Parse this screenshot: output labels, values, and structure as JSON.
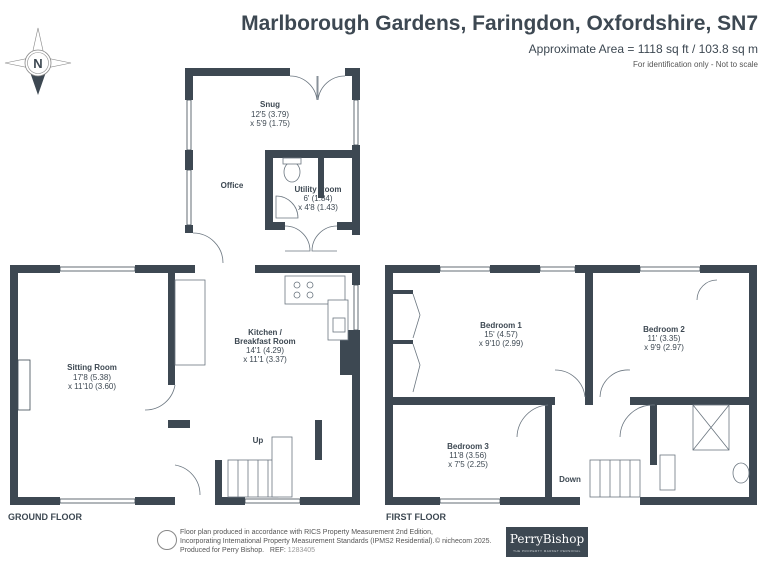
{
  "header": {
    "title": "Marlborough Gardens, Faringdon, Oxfordshire, SN7",
    "area": "Approximate Area = 1118 sq ft / 103.8 sq m",
    "note": "For identification only - Not to scale"
  },
  "compass": {
    "letter": "N"
  },
  "ground_floor": {
    "label": "GROUND FLOOR",
    "rooms": [
      {
        "name": "Snug",
        "dim1": "12'5 (3.79)",
        "dim2": "x 5'9 (1.75)"
      },
      {
        "name": "Office"
      },
      {
        "name": "Utility Room",
        "dim1": "6' (1.84)",
        "dim2": "x 4'8 (1.43)"
      },
      {
        "name": "Kitchen /",
        "name2": "Breakfast Room",
        "dim1": "14'1 (4.29)",
        "dim2": "x 11'1 (3.37)"
      },
      {
        "name": "Sitting Room",
        "dim1": "17'8 (5.38)",
        "dim2": "x 11'10 (3.60)"
      }
    ],
    "stairs": "Up"
  },
  "first_floor": {
    "label": "FIRST FLOOR",
    "rooms": [
      {
        "name": "Bedroom 1",
        "dim1": "15' (4.57)",
        "dim2": "x 9'10 (2.99)"
      },
      {
        "name": "Bedroom 2",
        "dim1": "11' (3.35)",
        "dim2": "x 9'9 (2.97)"
      },
      {
        "name": "Bedroom 3",
        "dim1": "11'8 (3.56)",
        "dim2": "x 7'5 (2.25)"
      }
    ],
    "stairs": "Down"
  },
  "footer": {
    "line1": "Floor plan produced in accordance with RICS Property Measurement 2nd Edition,",
    "line2": "Incorporating International Property Measurement Standards (IPMS2 Residential).",
    "line3": "Produced for Perry Bishop.",
    "ref_label": "REF:",
    "ref": "1283405",
    "copyright": "© nichecom 2025.",
    "logo": "PerryBishop",
    "logo_tagline": "THE PROPERTY MARKET PERSONAL"
  },
  "colors": {
    "wall": "#3d4852",
    "logo_bg": "#3d4852"
  }
}
